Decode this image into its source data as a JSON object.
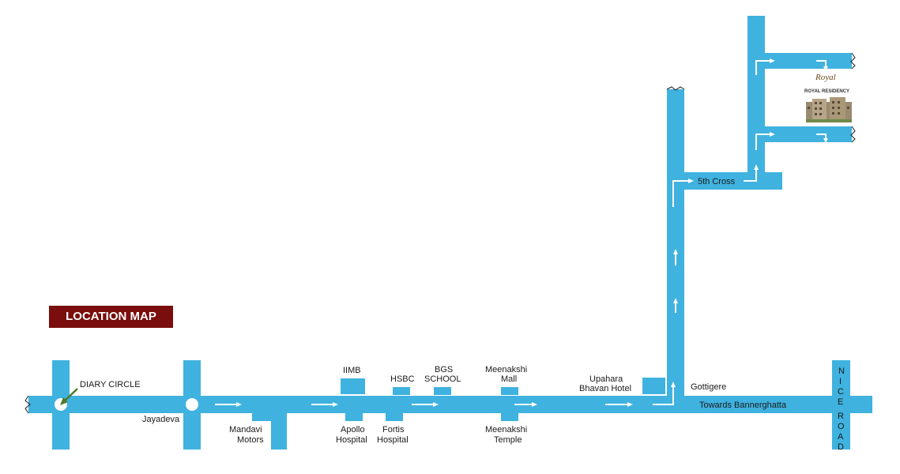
{
  "title": "LOCATION MAP",
  "landmarks": {
    "diary_circle": "DIARY CIRCLE",
    "jayadeva": "Jayadeva",
    "mandavi_1": "Mandavi",
    "mandavi_2": "Motors",
    "iimb": "IIMB",
    "apollo_1": "Apollo",
    "apollo_2": "Hospital",
    "hsbc": "HSBC",
    "fortis_1": "Fortis",
    "fortis_2": "Hospital",
    "bgs_1": "BGS",
    "bgs_2": "SCHOOL",
    "meenakshi_mall_1": "Meenakshi",
    "meenakshi_mall_2": "Mall",
    "meenakshi_temple_1": "Meenakshi",
    "meenakshi_temple_2": "Temple",
    "upahara_1": "Upahara",
    "upahara_2": "Bhavan Hotel",
    "gottigere": "Gottigere",
    "towards": "Towards Bannerghatta",
    "fifth_cross": "5th Cross",
    "nice_road": [
      "N",
      "I",
      "C",
      "E",
      "R",
      "O",
      "A",
      "D"
    ]
  },
  "logo": {
    "word": "Royal",
    "name": "ROYAL RESIDENCY"
  },
  "colors": {
    "road": "#3fb2df",
    "title_bg": "#7a0d0d",
    "marker": "#4b7a2a"
  }
}
